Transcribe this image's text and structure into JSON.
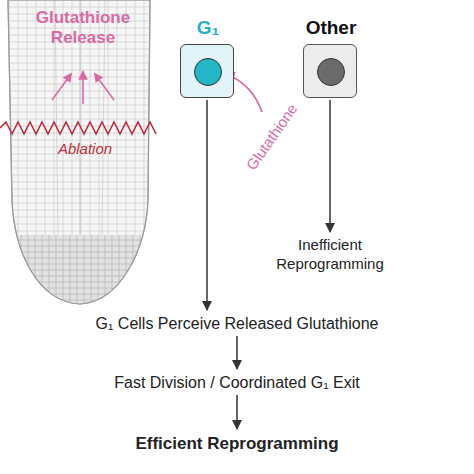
{
  "diagram": {
    "nodes": [
      {
        "text": [
          "G₁"
        ]
      },
      {
        "text": [
          "Other"
        ]
      },
      {
        "text": [
          "Inefficient Reprogramming"
        ]
      },
      {
        "text": [
          "G₁ Cells Perceive Released Glutathione"
        ]
      },
      {
        "text": [
          "Fast Division / Coordinated G₁ Exit"
        ]
      },
      {
        "text": [
          "Efficient Reprogramming"
        ]
      }
    ],
    "edges": [
      {
        "from": 1,
        "to": 2,
        "arrow": "to"
      },
      {
        "from": 0,
        "to": 3,
        "arrow": "to"
      },
      {
        "from": 3,
        "to": 4,
        "arrow": "to"
      },
      {
        "from": 4,
        "to": 5,
        "arrow": "to"
      }
    ],
    "labels": [
      "Glutathione Release",
      "Ablation",
      "Glutathione"
    ]
  }
}
